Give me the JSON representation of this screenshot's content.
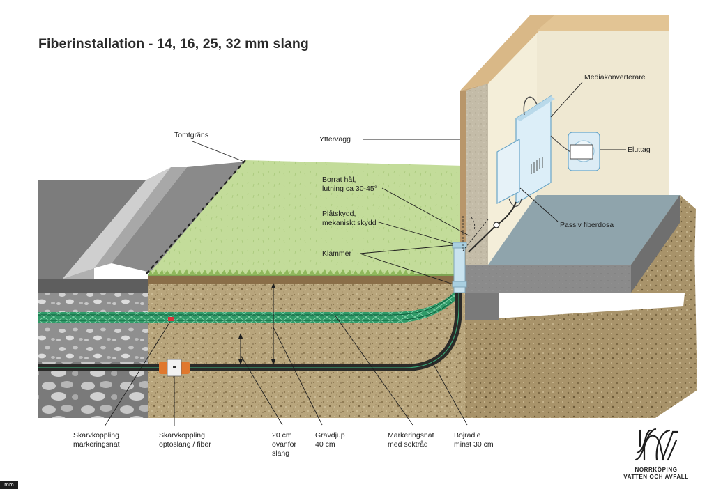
{
  "title": "Fiberinstallation - 14, 16, 25, 32 mm slang",
  "labels": {
    "tomtgrans": "Tomtgräns",
    "yttervagg": "Yttervägg",
    "borrat_hal": [
      "Borrat hål,",
      "lutning ca 30-45°"
    ],
    "platskydd": [
      "Plåtskydd,",
      "mekaniskt skydd"
    ],
    "klammer": "Klammer",
    "mediakonverterare": "Mediakonverterare",
    "eluttag": "Eluttag",
    "passiv_fiberdosa": "Passiv fiberdosa",
    "skarv_markering": [
      "Skarvkoppling",
      "markeringsnät"
    ],
    "skarv_opto": [
      "Skarvkoppling",
      "optoslang / fiber"
    ],
    "ovanfor_slang": [
      "20 cm",
      "ovanför",
      "slang"
    ],
    "gravdjup": [
      "Grävdjup",
      "40 cm"
    ],
    "markeringsnat": [
      "Markeringsnät",
      "med söktråd"
    ],
    "bojradie": [
      "Böjradie",
      "minst 30 cm"
    ]
  },
  "logo": {
    "lines": [
      "NORRKÖPING",
      "VATTEN OCH AVFALL"
    ]
  },
  "corner_tag": "mm",
  "colors": {
    "grass": "#c3dc9a",
    "soil": "#b7a37a",
    "asphalt": "#7a7a7a",
    "wall_inner": "#efe8d2",
    "floor": "#8ea3ab",
    "marker_net": "#3aa373",
    "hose": "#2a2a28",
    "coupling": "#e0782e"
  }
}
